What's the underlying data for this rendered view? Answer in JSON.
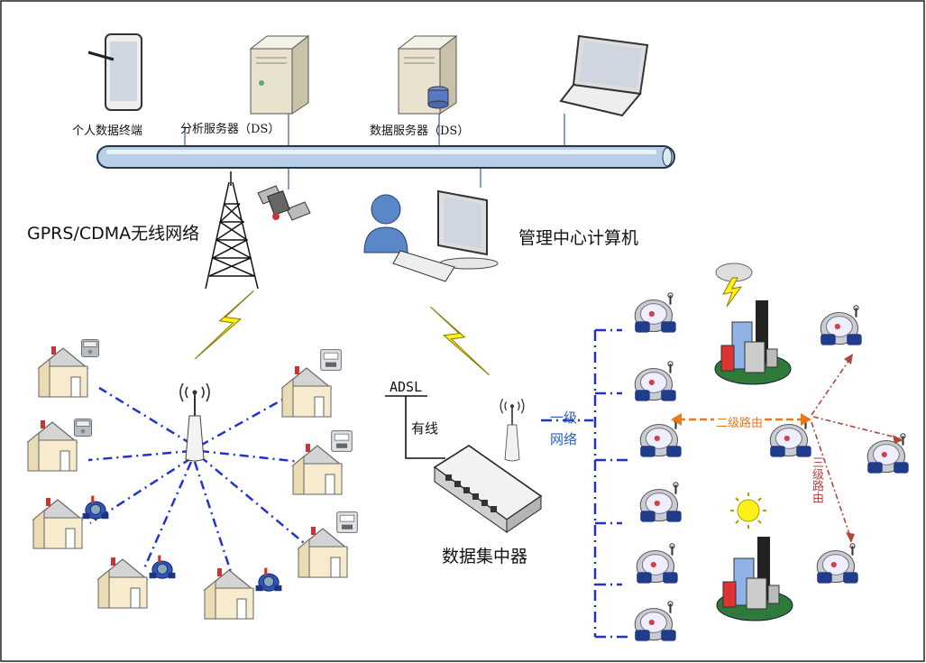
{
  "labels": {
    "terminal": "个人数据终端",
    "analysis_server": "分析服务器（DS）",
    "data_server": "数据服务器（DS）",
    "gprs": "GPRS/CDMA无线网络",
    "mgmt": "管理中心计算机",
    "adsl": "ADSL",
    "wired": "有线",
    "concentrator": "数据集中器",
    "level1": [
      "一级",
      "网络"
    ],
    "level2": "二级路由",
    "level3": "三级路由"
  },
  "colors": {
    "bus": "#b8cde6",
    "bus_stroke": "#23364f",
    "link": "#2233cc",
    "bolt": "#fff01a",
    "level2": "#e87a1e",
    "level3": "#b0473f",
    "house_wall": "#f3e6c2",
    "house_roof": "#d8d8d8",
    "meter_blue": "#2a3f8c"
  },
  "icons": {
    "tablet": "tablet-icon",
    "server": "server-icon",
    "database": "database-icon",
    "laptop": "laptop-icon",
    "tower": "radio-tower-icon",
    "satellite": "satellite-icon",
    "user": "user-icon",
    "monitor": "monitor-icon",
    "keyboard": "keyboard-icon",
    "antenna": "antenna-icon",
    "house": "house-icon",
    "gas_meter": "gas-meter-icon",
    "electric_meter": "electric-meter-icon",
    "water_meter": "water-meter-icon",
    "building": "building-icon",
    "cloud_lightning": "thunder-cloud-icon",
    "sun": "sun-icon",
    "lightning": "lightning-bolt-icon"
  }
}
